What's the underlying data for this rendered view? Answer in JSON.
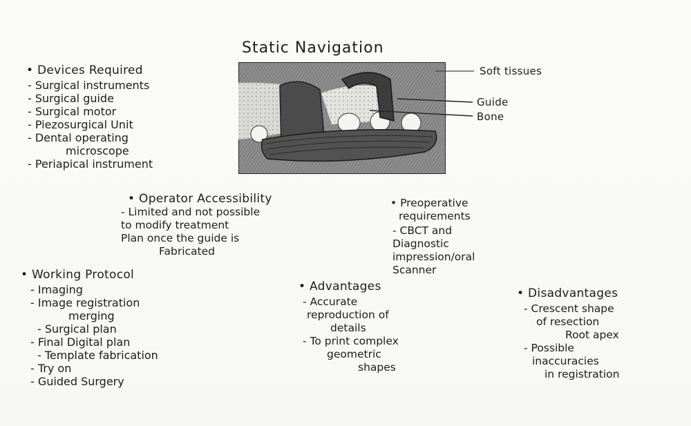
{
  "title": "Static Navigation",
  "devices": {
    "heading": "• Devices Required",
    "items": [
      "- Surgical instruments",
      "- Surgical guide",
      "- Surgical motor",
      "- Piezosurgical Unit",
      "- Dental operating",
      "microscope",
      "- Periapical instrument"
    ]
  },
  "diagram": {
    "labels": {
      "soft_tissues": "Soft tissues",
      "guide": "Guide",
      "bone": "Bone"
    }
  },
  "operator": {
    "heading": "• Operator Accessibility",
    "lines": [
      "- Limited and not possible",
      "to modify treatment",
      "Plan once the guide is",
      "Fabricated"
    ]
  },
  "preoperative": {
    "heading_lines": [
      "• Preoperative",
      "requirements"
    ],
    "lines": [
      "- CBCT and",
      "Diagnostic",
      "impression/oral",
      "Scanner"
    ]
  },
  "protocol": {
    "heading": "• Working Protocol",
    "items": [
      "- Imaging",
      "- Image registration",
      "merging",
      "- Surgical plan",
      "- Final Digital plan",
      "- Template fabrication",
      "- Try on",
      "- Guided Surgery"
    ]
  },
  "advantages": {
    "heading": "• Advantages",
    "lines": [
      "- Accurate",
      "reproduction of",
      "details",
      "- To print complex",
      "geometric",
      "shapes"
    ]
  },
  "disadvantages": {
    "heading": "• Disadvantages",
    "lines": [
      "- Crescent shape",
      "of resection",
      "Root apex",
      "- Possible",
      "inaccuracies",
      "in registration"
    ]
  }
}
